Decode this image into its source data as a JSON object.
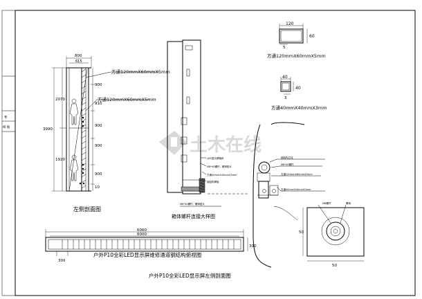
{
  "watermark": {
    "text": "土木在线",
    "icon": "diamond-logo-icon"
  },
  "title_block": {
    "label_top": "专",
    "label_bottom": "校 核"
  },
  "left_section": {
    "caption": "左侧剖面图",
    "dims": {
      "top_800": "800",
      "top_615": "615",
      "h2070": "2070",
      "h3990": "3990",
      "h1920": "1920",
      "r900a": "900",
      "r900b": "900",
      "r900c": "900",
      "r900d": "900",
      "r910": "910",
      "r10": "10"
    },
    "callout1": "方通120mmX60mmX5mm",
    "callout2": "方通120mmX60mmX5mm"
  },
  "middle_section": {
    "caption": "箱体螺杆连接大样图",
    "notes": [
      "LED显示屏箱体",
      "M8*40螺杆，螺母垫片",
      "方通40mmX40mmX3mm",
      "钢结构焊接"
    ]
  },
  "profiles": {
    "p1": {
      "w": "120",
      "h": "60",
      "t": "5",
      "label": "方通120mmX60mmX5mm"
    },
    "p2": {
      "w": "40",
      "h": "40",
      "t": "3",
      "label": "方通40mmX40mmX3mm"
    }
  },
  "right_detail": {
    "notes": [
      "钢结构立柱",
      "M8*40螺杆",
      "方通40mmX40mmX3mm",
      "垫片",
      "方通120mmX60mmX5mm"
    ],
    "plate": {
      "w": "50",
      "h": "50",
      "label1": "M8螺杆",
      "label2": "螺母"
    }
  },
  "plan_view": {
    "dim_6000": "6000",
    "dim_6060": "6060",
    "dim_300a": "300",
    "dim_300b": "300",
    "caption": "户外P10全彩LED显示屏维修通道钢结构俯视图"
  },
  "bottom_caption": "户外P10全彩LED显示屏左侧剖面图"
}
